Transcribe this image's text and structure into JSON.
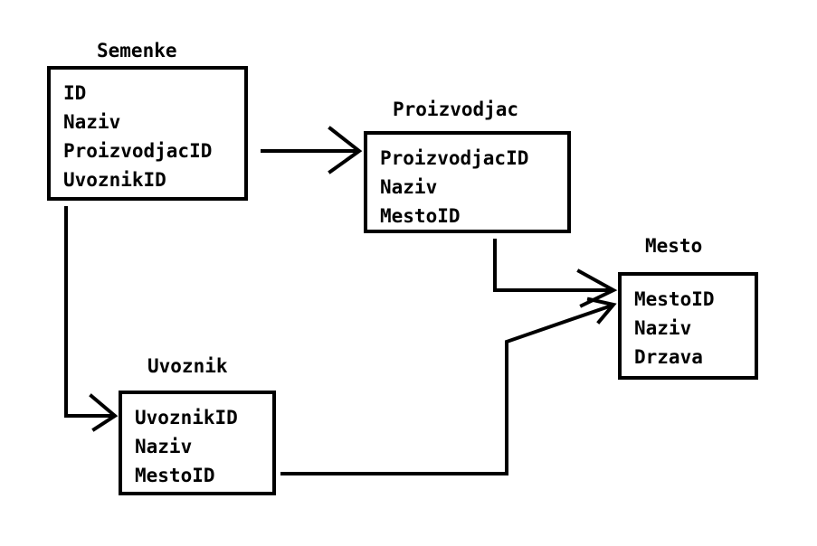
{
  "tables": {
    "semenke": {
      "name": "Semenke",
      "fields": [
        "ID",
        "Naziv",
        "ProizvodjacID",
        "UvoznikID"
      ]
    },
    "proizvodjac": {
      "name": "Proizvodjac",
      "fields": [
        "ProizvodjacID",
        "Naziv",
        "MestoID"
      ]
    },
    "mesto": {
      "name": "Mesto",
      "fields": [
        "MestoID",
        "Naziv",
        "Drzava"
      ]
    },
    "uvoznik": {
      "name": "Uvoznik",
      "fields": [
        "UvoznikID",
        "Naziv",
        "MestoID"
      ]
    }
  },
  "relationships": [
    {
      "from": "Semenke",
      "to": "Proizvodjac"
    },
    {
      "from": "Semenke",
      "to": "Uvoznik"
    },
    {
      "from": "Proizvodjac",
      "to": "Mesto"
    },
    {
      "from": "Uvoznik",
      "to": "Mesto"
    }
  ],
  "colors": {
    "stroke": "#000000",
    "background": "#ffffff"
  }
}
